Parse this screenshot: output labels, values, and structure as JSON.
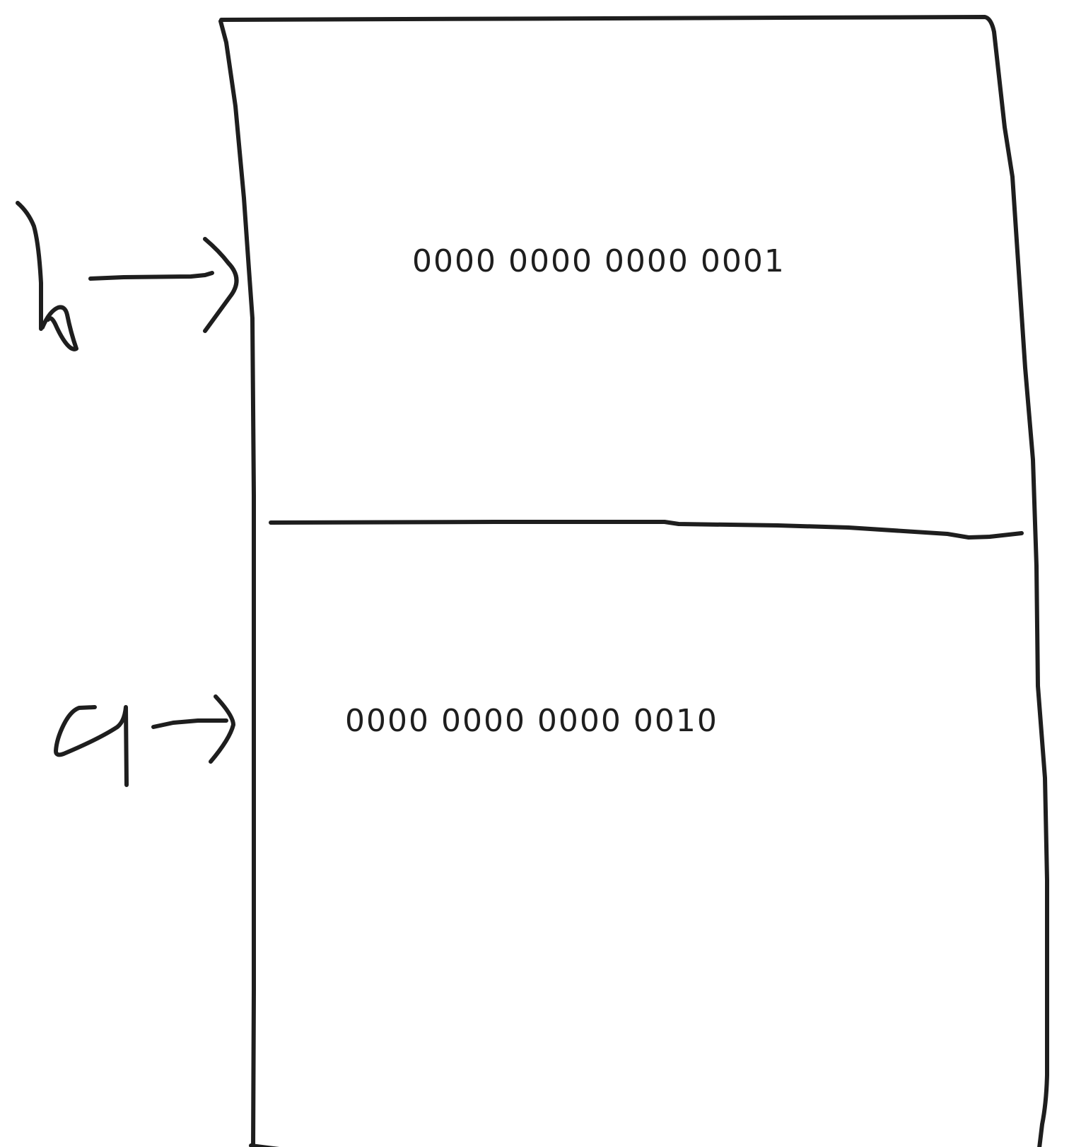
{
  "diagram": {
    "variables": [
      {
        "name": "b",
        "value": "0000 0000 0000 0001"
      },
      {
        "name": "a",
        "value": "0000 0000 0000 0010"
      }
    ],
    "stroke_color": "#1e1e1e",
    "background": "#ffffff"
  }
}
